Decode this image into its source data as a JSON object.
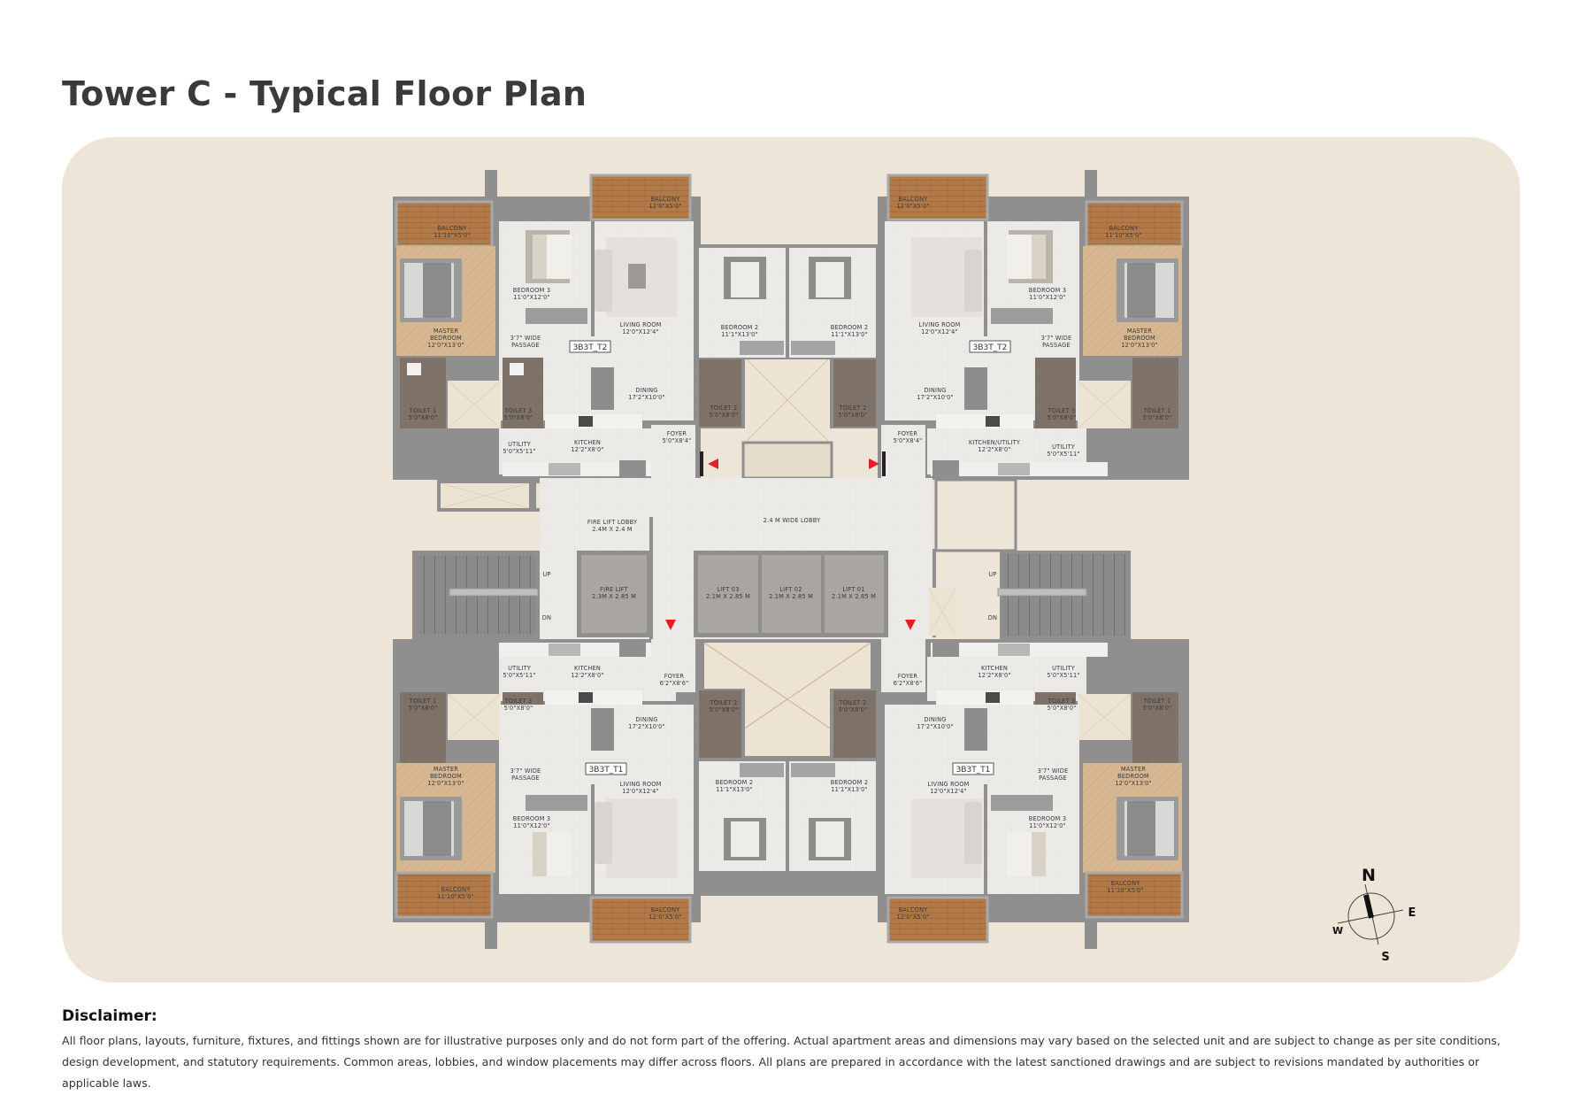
{
  "header": {
    "title": "Tower C - Typical Floor Plan"
  },
  "colors": {
    "panel_bg": "#ede5d7",
    "wall": "#8f8f8f",
    "floor_tile": "#e9e8e5",
    "wood": "#b27a48",
    "master_floor": "#d4b48f",
    "toilet": "#7f7268",
    "lift": "#a9a6a1",
    "stairs": "#8a8a88",
    "shaft": "#ece3d2",
    "entry_arrow": "#e31e24"
  },
  "units": {
    "top_left": {
      "tag": "3B3T_T2",
      "rooms": {
        "balcony_master": {
          "name": "BALCONY",
          "dim": "11'10\"X5'0\""
        },
        "balcony_living": {
          "name": "BALCONY",
          "dim": "12'0\"X5'0\""
        },
        "master_bedroom": {
          "name": "MASTER",
          "name2": "BEDROOM",
          "dim": "12'0\"X13'0\""
        },
        "bedroom3": {
          "name": "BEDROOM 3",
          "dim": "11'0\"X12'0\""
        },
        "living": {
          "name": "LIVING ROOM",
          "dim": "12'0\"X12'4\""
        },
        "passage": {
          "name": "3'7\" WIDE",
          "dim": "PASSAGE"
        },
        "dining": {
          "name": "DINING",
          "dim": "17'2\"X10'0\""
        },
        "toilet1": {
          "name": "TOILET 1",
          "dim": "5'0\"X8'0\""
        },
        "toilet3": {
          "name": "TOILET 3",
          "dim": "5'0\"X8'0\""
        },
        "utility": {
          "name": "UTILITY",
          "dim": "5'0\"X5'11\""
        },
        "kitchen": {
          "name": "KITCHEN",
          "dim": "12'2\"X8'0\""
        },
        "foyer": {
          "name": "FOYER",
          "dim": "5'0\"X8'4\""
        },
        "bedroom2": {
          "name": "BEDROOM 2",
          "dim": "11'1\"X13'0\""
        },
        "toilet2": {
          "name": "TOILET 2",
          "dim": "5'0\"X8'0\""
        }
      }
    },
    "top_right": {
      "tag": "3B3T_T2",
      "rooms": {
        "balcony_master": {
          "name": "BALCONY",
          "dim": "11'10\"X5'0\""
        },
        "balcony_living": {
          "name": "BALCONY",
          "dim": "12'0\"X5'0\""
        },
        "master_bedroom": {
          "name": "MASTER",
          "name2": "BEDROOM",
          "dim": "12'0\"X13'0\""
        },
        "bedroom3": {
          "name": "BEDROOM 3",
          "dim": "11'0\"X12'0\""
        },
        "living": {
          "name": "LIVING ROOM",
          "dim": "12'0\"X12'4\""
        },
        "passage": {
          "name": "3'7\" WIDE",
          "dim": "PASSAGE"
        },
        "dining": {
          "name": "DINING",
          "dim": "17'2\"X10'0\""
        },
        "toilet1": {
          "name": "TOILET 1",
          "dim": "5'0\"X8'0\""
        },
        "toilet3": {
          "name": "TOILET 3",
          "dim": "5'0\"X8'0\""
        },
        "utility": {
          "name": "UTILITY",
          "dim": "5'0\"X5'11\""
        },
        "kitchen": {
          "name": "KITCHEN/UTILITY",
          "dim": "12'2\"X8'0\""
        },
        "foyer": {
          "name": "FOYER",
          "dim": "5'0\"X8'4\""
        },
        "bedroom2": {
          "name": "BEDROOM 2",
          "dim": "11'1\"X13'0\""
        },
        "toilet2": {
          "name": "TOILET 2",
          "dim": "5'0\"X8'0\""
        }
      }
    },
    "bottom_left": {
      "tag": "3B3T_T1",
      "rooms": {
        "balcony_master": {
          "name": "BALCONY",
          "dim": "11'10\"X5'0\""
        },
        "balcony_living": {
          "name": "BALCONY",
          "dim": "12'0\"X5'0\""
        },
        "master_bedroom": {
          "name": "MASTER",
          "name2": "BEDROOM",
          "dim": "12'0\"X13'0\""
        },
        "bedroom3": {
          "name": "BEDROOM 3",
          "dim": "11'0\"X12'0\""
        },
        "living": {
          "name": "LIVING ROOM",
          "dim": "12'0\"X12'4\""
        },
        "passage": {
          "name": "3'7\" WIDE",
          "dim": "PASSAGE"
        },
        "dining": {
          "name": "DINING",
          "dim": "17'2\"X10'0\""
        },
        "toilet1": {
          "name": "TOILET 1",
          "dim": "5'0\"X8'0\""
        },
        "toilet3": {
          "name": "TOILET 3",
          "dim": "5'0\"X8'0\""
        },
        "utility": {
          "name": "UTILITY",
          "dim": "5'0\"X5'11\""
        },
        "kitchen": {
          "name": "KITCHEN",
          "dim": "12'2\"X8'0\""
        },
        "foyer": {
          "name": "FOYER",
          "dim": "6'2\"X8'6\""
        },
        "bedroom2": {
          "name": "BEDROOM 2",
          "dim": "11'1\"X13'0\""
        },
        "toilet2": {
          "name": "TOILET 2",
          "dim": "5'0\"X8'0\""
        }
      }
    },
    "bottom_right": {
      "tag": "3B3T_T1",
      "rooms": {
        "balcony_master": {
          "name": "BALCONY",
          "dim": "11'10\"X5'0\""
        },
        "balcony_living": {
          "name": "BALCONY",
          "dim": "12'0\"X5'0\""
        },
        "master_bedroom": {
          "name": "MASTER",
          "name2": "BEDROOM",
          "dim": "12'0\"X13'0\""
        },
        "bedroom3": {
          "name": "BEDROOM 3",
          "dim": "11'0\"X12'0\""
        },
        "living": {
          "name": "LIVING ROOM",
          "dim": "12'0\"X12'4\""
        },
        "passage": {
          "name": "3'7\" WIDE",
          "dim": "PASSAGE"
        },
        "dining": {
          "name": "DINING",
          "dim": "17'2\"X10'0\""
        },
        "toilet1": {
          "name": "TOILET 1",
          "dim": "5'0\"X8'0\""
        },
        "toilet3": {
          "name": "TOILET 3",
          "dim": "5'0\"X8'0\""
        },
        "utility": {
          "name": "UTILITY",
          "dim": "5'0\"X5'11\""
        },
        "kitchen": {
          "name": "KITCHEN",
          "dim": "12'2\"X8'0\""
        },
        "foyer": {
          "name": "FOYER",
          "dim": "6'2\"X8'6\""
        },
        "bedroom2": {
          "name": "BEDROOM 2",
          "dim": "11'1\"X13'0\""
        },
        "toilet2": {
          "name": "TOILET 2",
          "dim": "5'0\"X8'0\""
        }
      }
    }
  },
  "core": {
    "fire_lift_lobby": {
      "name": "FIRE LIFT LOBBY",
      "dim": "2.4M X 2.4 M"
    },
    "wide_lobby": {
      "name": "2.4 M WIDE LOBBY"
    },
    "fire_lift": {
      "name": "FIRE LIFT",
      "dim": "2.3M X 2.85 M"
    },
    "lift03": {
      "name": "LIFT 03",
      "dim": "2.1M X 2.85 M"
    },
    "lift02": {
      "name": "LIFT 02",
      "dim": "2.1M X 2.85 M"
    },
    "lift01": {
      "name": "LIFT 01",
      "dim": "2.1M X 2.85 M"
    },
    "stairs_left": {
      "up": "UP",
      "down": "DN"
    },
    "stairs_right": {
      "up": "UP",
      "down": "DN"
    }
  },
  "compass": {
    "n": "N",
    "e": "E",
    "s": "S",
    "w": "W"
  },
  "disclaimer": {
    "heading": "Disclaimer:",
    "text": "All floor plans, layouts, furniture, fixtures, and fittings shown are for illustrative purposes only and do not form part of the offering. Actual apartment areas and dimensions may vary based on the selected unit and are subject to change as per site conditions, design development, and statutory requirements. Common areas, lobbies, and window placements may differ across floors. All plans are prepared in accordance with the latest sanctioned drawings and are subject to revisions mandated by authorities or applicable laws."
  }
}
